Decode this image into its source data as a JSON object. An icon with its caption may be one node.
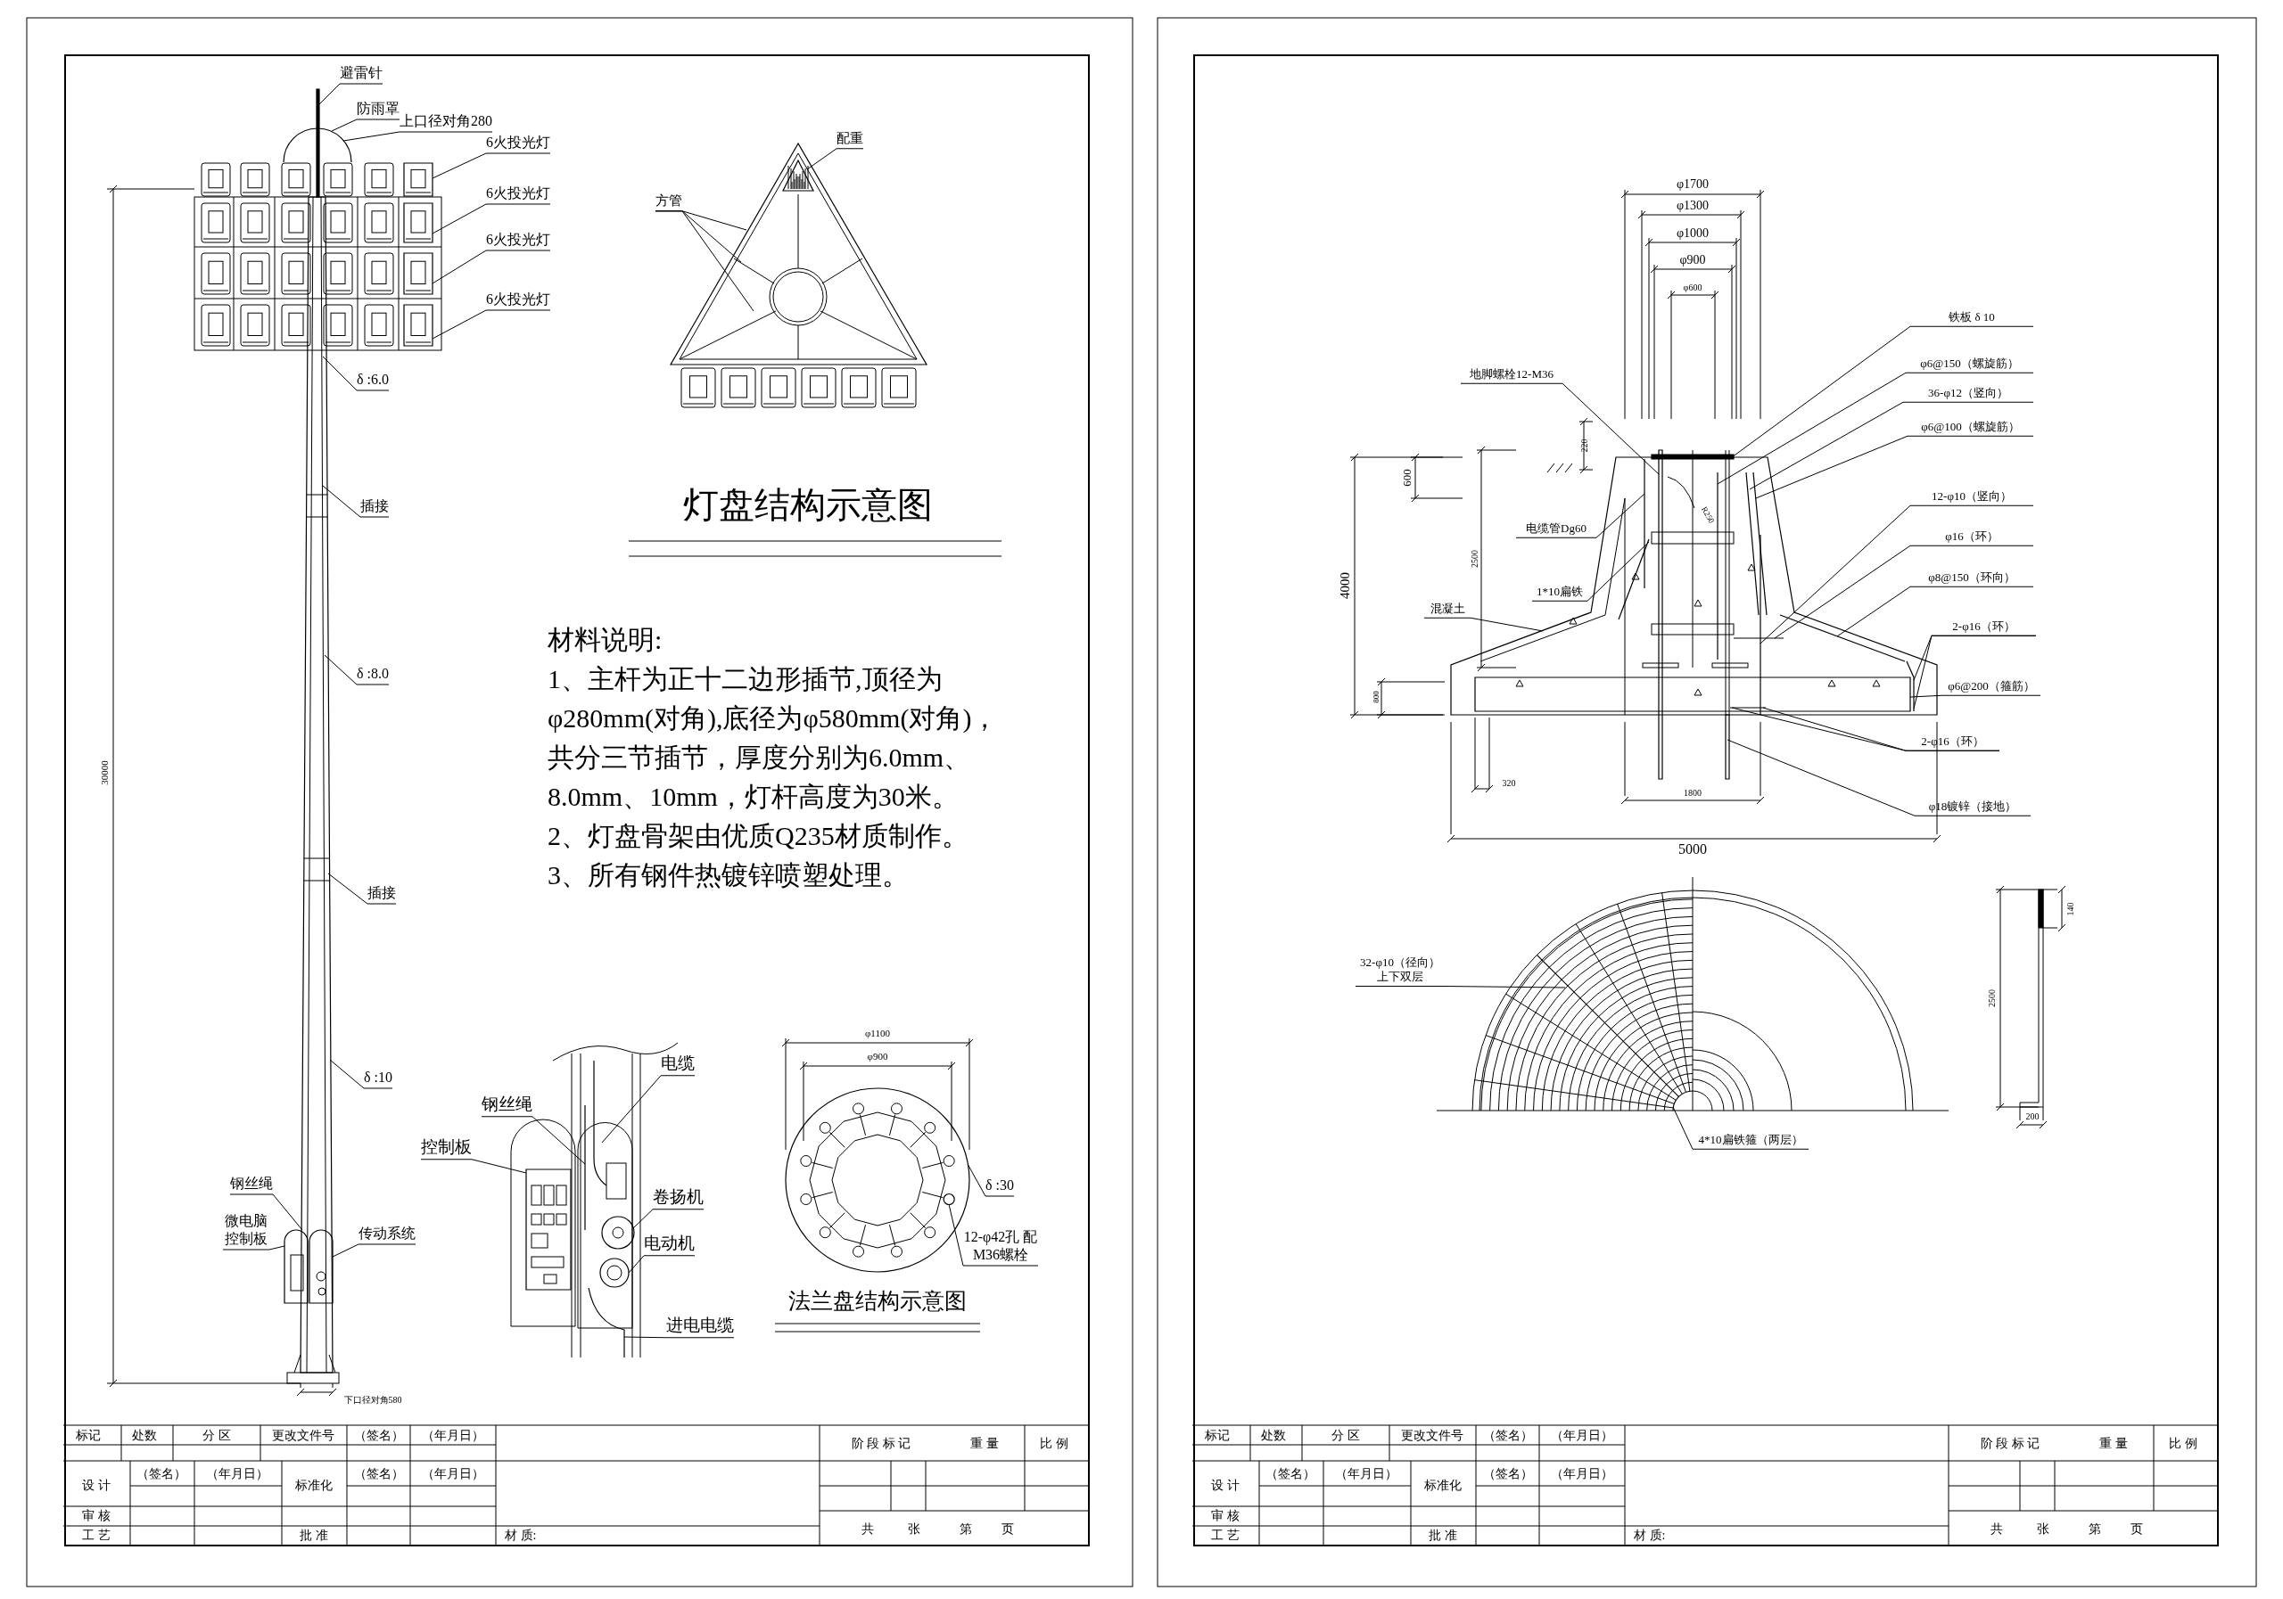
{
  "diagram": {
    "nodes": [
      {
        "text": [
          "避雷针"
        ]
      },
      {
        "text": [
          "防雨罩"
        ]
      },
      {
        "text": [
          "上口径对角280"
        ]
      },
      {
        "text": [
          "6火投光灯"
        ]
      },
      {
        "text": [
          "6火投光灯"
        ]
      },
      {
        "text": [
          "6火投光灯"
        ]
      },
      {
        "text": [
          "6火投光灯"
        ]
      },
      {
        "text": [
          "δ :6.0"
        ]
      },
      {
        "text": [
          "插接"
        ]
      },
      {
        "text": [
          "δ :8.0"
        ]
      },
      {
        "text": [
          "插接"
        ]
      },
      {
        "text": [
          "δ :10"
        ]
      },
      {
        "text": [
          "钢丝绳"
        ]
      },
      {
        "text": [
          "微电脑控制板"
        ]
      },
      {
        "text": [
          "传动系统"
        ]
      },
      {
        "text": [
          "配重"
        ]
      },
      {
        "text": [
          "方管"
        ]
      },
      {
        "text": [
          "电缆"
        ]
      },
      {
        "text": [
          "钢丝绳"
        ]
      },
      {
        "text": [
          "控制板"
        ]
      },
      {
        "text": [
          "卷扬机"
        ]
      },
      {
        "text": [
          "电动机"
        ]
      },
      {
        "text": [
          "进电电缆"
        ]
      },
      {
        "text": [
          "δ :30"
        ]
      },
      {
        "text": [
          "12-φ42孔 配M36螺栓"
        ]
      },
      {
        "text": [
          "铁板 δ 10"
        ]
      },
      {
        "text": [
          "φ6@150（螺旋筋）"
        ]
      },
      {
        "text": [
          "36-φ12（竖向）"
        ]
      },
      {
        "text": [
          "φ6@100（螺旋筋）"
        ]
      },
      {
        "text": [
          "12-φ10（竖向）"
        ]
      },
      {
        "text": [
          "φ16（环）"
        ]
      },
      {
        "text": [
          "φ8@150（环向）"
        ]
      },
      {
        "text": [
          "2-φ16（环）"
        ]
      },
      {
        "text": [
          "φ6@200（箍筋）"
        ]
      },
      {
        "text": [
          "2-φ16（环）"
        ]
      },
      {
        "text": [
          "φ18镀锌（接地）"
        ]
      },
      {
        "text": [
          "地脚螺栓12-M36"
        ]
      },
      {
        "text": [
          "电缆管Dg60"
        ]
      },
      {
        "text": [
          "1*10扁铁"
        ]
      },
      {
        "text": [
          "混凝土"
        ]
      },
      {
        "text": [
          "32-φ10（径向）上下双层"
        ]
      },
      {
        "text": [
          "4*10扁铁箍（两层）"
        ]
      },
      {
        "text": [],
        "shape": "bar"
      },
      {
        "text": [],
        "shape": "arc"
      },
      {
        "text": [],
        "shape": "box"
      },
      {
        "text": [],
        "shape": "box"
      },
      {
        "text": [],
        "shape": "box"
      },
      {
        "text": [],
        "shape": "box"
      },
      {
        "text": [],
        "shape": "bar"
      },
      {
        "text": [],
        "shape": "box"
      },
      {
        "text": [],
        "shape": "line"
      },
      {
        "text": [],
        "shape": "line"
      },
      {
        "text": [],
        "shape": "box"
      },
      {
        "text": [],
        "shape": "circle"
      },
      {
        "text": [],
        "shape": "circle"
      },
      {
        "text": [],
        "shape": "line"
      },
      {
        "text": [],
        "shape": "circle"
      },
      {
        "text": [],
        "shape": "circle",
        "in": 56
      },
      {
        "text": [],
        "shape": "triangle",
        "in": 59
      },
      {
        "text": [],
        "shape": "triangle"
      },
      {
        "text": [],
        "shape": "bar"
      },
      {
        "text": [],
        "shape": "line",
        "in": 74
      },
      {
        "text": [],
        "shape": "line",
        "in": 74
      },
      {
        "text": [],
        "shape": "line",
        "in": 74
      },
      {
        "text": [],
        "shape": "line",
        "in": 74
      },
      {
        "text": [],
        "shape": "line",
        "in": 74
      },
      {
        "text": [],
        "shape": "line",
        "in": 74
      },
      {
        "text": [],
        "shape": "line",
        "in": 74
      },
      {
        "text": [],
        "shape": "box",
        "in": 74
      },
      {
        "text": [],
        "shape": "line",
        "in": 68
      },
      {
        "text": [],
        "shape": "bar"
      },
      {
        "text": [],
        "shape": "bar"
      },
      {
        "text": [],
        "shape": "line",
        "in": 74
      },
      {
        "text": [],
        "shape": "line",
        "in": 74
      },
      {
        "text": [],
        "shape": "polygon"
      },
      {
        "text": [],
        "shape": "line"
      },
      {
        "text": [],
        "shape": "arc"
      }
    ],
    "edges": [
      {
        "from": 0,
        "to": 42,
        "arrow": "none"
      },
      {
        "from": 1,
        "to": 43,
        "arrow": "none"
      },
      {
        "from": 2,
        "to": 43,
        "arrow": "none"
      },
      {
        "from": 3,
        "to": 44,
        "arrow": "none"
      },
      {
        "from": 4,
        "to": 45,
        "arrow": "none"
      },
      {
        "from": 5,
        "to": 46,
        "arrow": "none"
      },
      {
        "from": 6,
        "to": 47,
        "arrow": "none"
      },
      {
        "from": 7,
        "to": 48,
        "arrow": "none"
      },
      {
        "from": 8,
        "to": 48,
        "arrow": "none"
      },
      {
        "from": 9,
        "to": 48,
        "arrow": "none"
      },
      {
        "from": 10,
        "to": 48,
        "arrow": "none"
      },
      {
        "from": 11,
        "to": 48,
        "arrow": "none"
      },
      {
        "from": 12,
        "to": 49,
        "arrow": "none"
      },
      {
        "from": 13,
        "to": 49,
        "arrow": "none"
      },
      {
        "from": 14,
        "to": 49,
        "arrow": "none"
      },
      {
        "from": 15,
        "to": 58,
        "arrow": "none"
      },
      {
        "from": 16,
        "to": 59,
        "arrow": "none"
      },
      {
        "from": 16,
        "to": 59,
        "arrow": "none"
      },
      {
        "from": 16,
        "to": 59,
        "arrow": "none"
      },
      {
        "from": 17,
        "to": 50,
        "arrow": "none"
      },
      {
        "from": 18,
        "to": 51,
        "arrow": "none"
      },
      {
        "from": 19,
        "to": 52,
        "arrow": "none"
      },
      {
        "from": 20,
        "to": 53,
        "arrow": "none"
      },
      {
        "from": 21,
        "to": 54,
        "arrow": "none"
      },
      {
        "from": 22,
        "to": 55,
        "arrow": "none"
      },
      {
        "from": 23,
        "to": 56,
        "arrow": "none"
      },
      {
        "from": 24,
        "to": 57,
        "arrow": "none"
      },
      {
        "from": 25,
        "to": 60,
        "arrow": "none"
      },
      {
        "from": 26,
        "to": 61,
        "arrow": "none"
      },
      {
        "from": 27,
        "to": 62,
        "arrow": "none"
      },
      {
        "from": 28,
        "to": 63,
        "arrow": "none"
      },
      {
        "from": 29,
        "to": 64,
        "arrow": "none"
      },
      {
        "from": 30,
        "to": 65,
        "arrow": "none"
      },
      {
        "from": 31,
        "to": 66,
        "arrow": "none"
      },
      {
        "from": 32,
        "to": 67,
        "arrow": "none"
      },
      {
        "from": 32,
        "to": 67,
        "arrow": "none"
      },
      {
        "from": 33,
        "to": 68,
        "arrow": "none"
      },
      {
        "from": 34,
        "to": 69,
        "arrow": "none"
      },
      {
        "from": 34,
        "to": 69,
        "arrow": "none"
      },
      {
        "from": 35,
        "to": 70,
        "arrow": "none"
      },
      {
        "from": 36,
        "to": 71,
        "arrow": "none"
      },
      {
        "from": 37,
        "to": 72,
        "arrow": "none"
      },
      {
        "from": 38,
        "to": 73,
        "arrow": "none"
      },
      {
        "from": 39,
        "to": 74,
        "arrow": "none"
      },
      {
        "from": 40,
        "to": 75,
        "arrow": "none"
      },
      {
        "from": 41,
        "to": 76,
        "arrow": "none"
      }
    ],
    "labels": [
      "灯盘结构示意图",
      "材料说明:",
      "1、主杆为正十二边形插节,顶径为φ280mm(对角),底径为φ580mm(对角)，共分三节插节，厚度分别为6.0mm、8.0mm、10mm，灯杆高度为30米。",
      "2、灯盘骨架由优质Q235材质制作。",
      "3、所有钢件热镀锌喷塑处理。",
      "30000",
      "下口径对角580",
      "φ1100",
      "φ900",
      "法兰盘结构示意图",
      "标记",
      "处数",
      "分 区",
      "更改文件号",
      "（签名）",
      "（年月日）",
      "阶 段 标 记",
      "重 量",
      "比 例",
      "设 计",
      "（签名）",
      "（年月日）",
      "标准化",
      "（签名）",
      "（年月日）",
      "审 核",
      "工 艺",
      "批 准",
      "材 质:",
      "共",
      "张",
      "第",
      "页",
      "φ1700",
      "φ1300",
      "φ1000",
      "φ900",
      "φ600",
      "220",
      "600",
      "4000",
      "2500",
      "R250",
      "800",
      "320",
      "1800",
      "5000",
      "2500",
      "140",
      "200",
      "标记",
      "处数",
      "分 区",
      "更改文件号",
      "（签名）",
      "（年月日）",
      "阶 段 标 记",
      "重 量",
      "比 例",
      "设 计",
      "（签名）",
      "（年月日）",
      "标准化",
      "（签名）",
      "（年月日）",
      "审 核",
      "工 艺",
      "批 准",
      "材 质:",
      "共",
      "张",
      "第",
      "页"
    ]
  }
}
